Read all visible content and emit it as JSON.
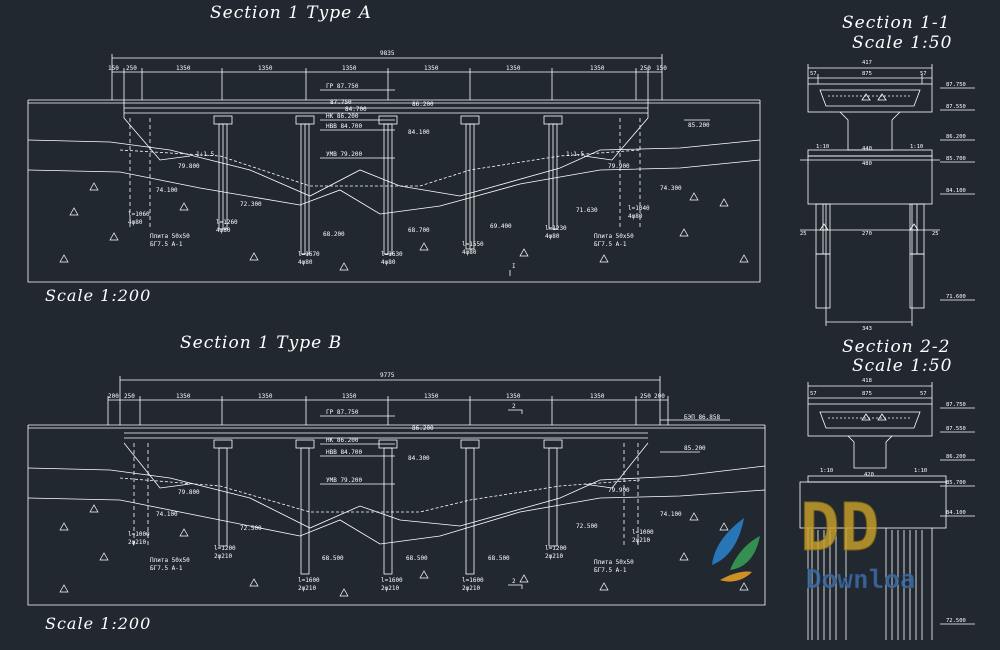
{
  "titles": {
    "section_a": "Section 1 Type A",
    "section_b": "Section 1 Type B",
    "section_11": "Section 1-1",
    "section_22": "Section 2-2",
    "scale_50": "Scale 1:50",
    "scale_200": "Scale 1:200"
  },
  "type_a": {
    "total": "9835",
    "spans": [
      "150",
      "250",
      "1350",
      "1350",
      "1350",
      "1350",
      "1350",
      "1350",
      "250",
      "150"
    ],
    "levels": [
      "ГР 87.750",
      "НК 86.200",
      "НВВ 84.700",
      "УМВ 79.200"
    ],
    "elev": [
      "87.750",
      "86.200",
      "84.700",
      "84.100",
      "85.200",
      "79.800",
      "79.900",
      "74.100",
      "74.300",
      "72.300",
      "71.630",
      "68.200",
      "68.700",
      "69.400"
    ],
    "piles": [
      "l=1060",
      "4φ80",
      "l=1260",
      "4φ80",
      "l=1670",
      "4φ80",
      "l=1630",
      "4φ80",
      "l=1550",
      "4φ80",
      "l=1230",
      "4φ80",
      "l=1040",
      "4φ80"
    ],
    "notes": [
      "Плита 50х50",
      "БГ7.5 А-1"
    ],
    "marks": [
      "1:1.5",
      "1:1.5",
      "I"
    ]
  },
  "type_b": {
    "total": "9775",
    "spans": [
      "200",
      "250",
      "1350",
      "1350",
      "1350",
      "1350",
      "1350",
      "1350",
      "250",
      "200"
    ],
    "levels": [
      "ГР 87.750",
      "НК 86.200",
      "НВВ 84.700",
      "УМВ 79.200"
    ],
    "elev": [
      "86.200",
      "84.300",
      "БЭП 86.858",
      "85.200",
      "79.800",
      "79.900",
      "74.100",
      "72.500",
      "72.500",
      "74.100",
      "68.500",
      "68.500",
      "68.500"
    ],
    "piles": [
      "l=1000",
      "2φ210",
      "l=1200",
      "2φ210",
      "l=1600",
      "2φ210",
      "l=1600",
      "2φ210",
      "l=1600",
      "2φ210",
      "l=1200",
      "2φ210",
      "l=1000",
      "2φ210"
    ],
    "notes": [
      "Плита 50х50",
      "БГ7.5 А-1"
    ],
    "marks": [
      "2",
      "2"
    ]
  },
  "sec11": {
    "dims": [
      "417",
      "57",
      "875",
      "57",
      "480",
      "440",
      "270",
      "25",
      "25",
      "343"
    ],
    "elev": [
      "87.750",
      "87.550",
      "86.200",
      "85.700",
      "84.100",
      "71.600"
    ],
    "marks": [
      "1:10",
      "1:10"
    ]
  },
  "sec22": {
    "dims": [
      "418",
      "57",
      "875",
      "57",
      "420"
    ],
    "elev": [
      "87.750",
      "87.550",
      "86.200",
      "85.700",
      "84.100",
      "72.500"
    ],
    "marks": [
      "1:10",
      "1:10"
    ]
  },
  "watermark": {
    "letters": "DD",
    "text": "Downloa"
  },
  "colors": {
    "background": "#212830",
    "line": "#ffffff",
    "accent": "#f5a623"
  }
}
